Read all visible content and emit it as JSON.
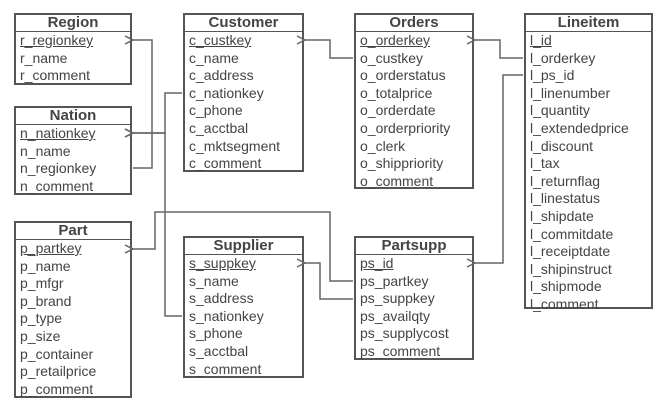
{
  "entities": {
    "region": {
      "title": "Region",
      "fields": [
        "r_regionkey",
        "r_name",
        "r_comment"
      ]
    },
    "nation": {
      "title": "Nation",
      "fields": [
        "n_nationkey",
        "n_name",
        "n_regionkey",
        "n_comment"
      ]
    },
    "part": {
      "title": "Part",
      "fields": [
        "p_partkey",
        "p_name",
        "p_mfgr",
        "p_brand",
        "p_type",
        "p_size",
        "p_container",
        "p_retailprice",
        "p_comment"
      ]
    },
    "customer": {
      "title": "Customer",
      "fields": [
        "c_custkey",
        "c_name",
        "c_address",
        "c_nationkey",
        "c_phone",
        "c_acctbal",
        "c_mktsegment",
        "c_comment"
      ]
    },
    "supplier": {
      "title": "Supplier",
      "fields": [
        "s_suppkey",
        "s_name",
        "s_address",
        "s_nationkey",
        "s_phone",
        "s_acctbal",
        "s_comment"
      ]
    },
    "orders": {
      "title": "Orders",
      "fields": [
        "o_orderkey",
        "o_custkey",
        "o_orderstatus",
        "o_totalprice",
        "o_orderdate",
        "o_orderpriority",
        "o_clerk",
        "o_shippriority",
        "o_comment"
      ]
    },
    "partsupp": {
      "title": "Partsupp",
      "fields": [
        "ps_id",
        "ps_partkey",
        "ps_suppkey",
        "ps_availqty",
        "ps_supplycost",
        "ps_comment"
      ]
    },
    "lineitem": {
      "title": "Lineitem",
      "fields": [
        "l_id",
        "l_orderkey",
        "l_ps_id",
        "l_linenumber",
        "l_quantity",
        "l_extendedprice",
        "l_discount",
        "l_tax",
        "l_returnflag",
        "l_linestatus",
        "l_shipdate",
        "l_commitdate",
        "l_receiptdate",
        "l_shipinstruct",
        "l_shipmode",
        "l_comment"
      ]
    }
  },
  "relationships": [
    {
      "from": "nation.n_regionkey",
      "to": "region.r_regionkey"
    },
    {
      "from": "customer.c_nationkey",
      "to": "nation.n_nationkey"
    },
    {
      "from": "supplier.s_nationkey",
      "to": "nation.n_nationkey"
    },
    {
      "from": "orders.o_custkey",
      "to": "customer.c_custkey"
    },
    {
      "from": "lineitem.l_orderkey",
      "to": "orders.o_orderkey"
    },
    {
      "from": "lineitem.l_ps_id",
      "to": "partsupp.ps_id"
    },
    {
      "from": "partsupp.ps_partkey",
      "to": "part.p_partkey"
    },
    {
      "from": "partsupp.ps_suppkey",
      "to": "supplier.s_suppkey"
    }
  ],
  "colors": {
    "line": "#666666",
    "text": "#444444",
    "border": "#555555"
  }
}
